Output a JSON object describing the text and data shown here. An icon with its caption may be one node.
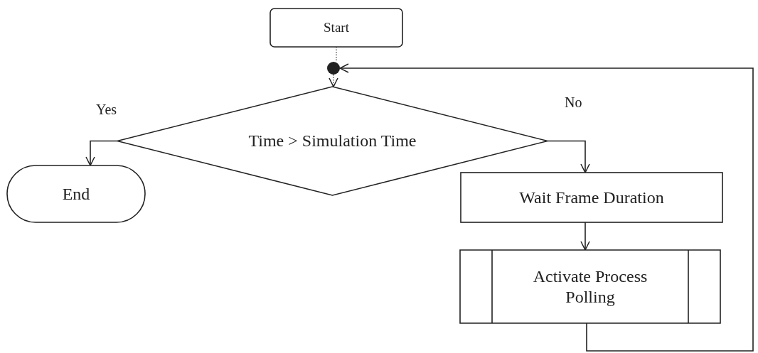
{
  "diagram": {
    "nodes": [
      {
        "text": [
          "Start"
        ]
      },
      {
        "text": [],
        "shape": "circle"
      },
      {
        "text": [
          "Time > Simulation Time"
        ]
      },
      {
        "text": [
          "End"
        ]
      },
      {
        "text": [
          "Wait Frame Duration"
        ]
      },
      {
        "text": [
          "Activate Process Polling"
        ]
      }
    ],
    "edges": [
      {
        "from": 0,
        "to": 1,
        "arrow": "none",
        "style": "dashed"
      },
      {
        "from": 1,
        "to": 2,
        "arrow": "to",
        "style": "dashed"
      },
      {
        "from": 2,
        "to": 3,
        "arrow": "to",
        "label": "Yes"
      },
      {
        "from": 2,
        "to": 4,
        "arrow": "to",
        "label": "No"
      },
      {
        "from": 4,
        "to": 5,
        "arrow": "to"
      },
      {
        "from": 5,
        "to": 1,
        "arrow": "to"
      }
    ]
  }
}
